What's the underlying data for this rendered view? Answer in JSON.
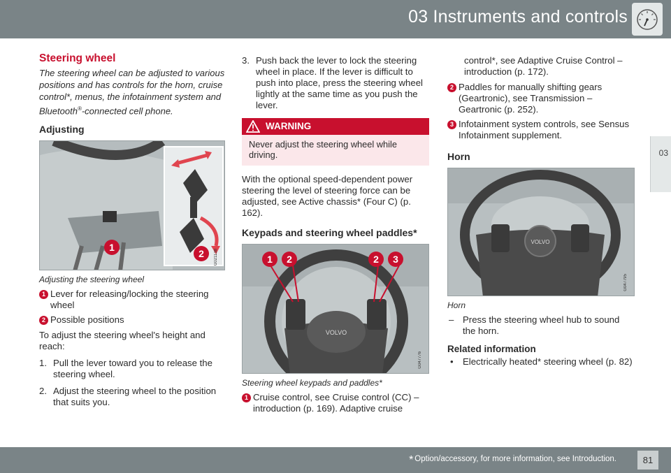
{
  "header": {
    "title": "03 Instruments and controls",
    "icon": "speedometer-icon"
  },
  "side_tab": {
    "label": "03"
  },
  "footer": {
    "star": "*",
    "note": "Option/accessory, for more information, see Introduction.",
    "page": "81"
  },
  "steering": {
    "title": "Steering wheel",
    "intro": "The steering wheel can be adjusted to various positions and has controls for the horn, cruise control*, menus, the infotainment system and Bluetooth",
    "intro_reg": "®",
    "intro_end": "-connected cell phone."
  },
  "adjusting": {
    "title": "Adjusting",
    "figure_code": "G021138",
    "badges": [
      "1",
      "2"
    ],
    "caption": "Adjusting the steering wheel",
    "callouts": [
      {
        "num": "1",
        "text": "Lever for releasing/locking the steering wheel"
      },
      {
        "num": "2",
        "text": "Possible positions"
      }
    ],
    "paragraph": "To adjust the steering wheel's height and reach:",
    "steps": [
      {
        "n": "1.",
        "text": "Pull the lever toward you to release the steering wheel."
      },
      {
        "n": "2.",
        "text": "Adjust the steering wheel to the position that suits you."
      },
      {
        "n": "3.",
        "text": "Push back the lever to lock the steering wheel in place. If the lever is difficult to push into place, press the steering wheel lightly at the same time as you push the lever."
      }
    ]
  },
  "warning": {
    "title": "WARNING",
    "text": "Never adjust the steering wheel while driving."
  },
  "power_steering": {
    "text": "With the optional speed-dependent power steering the level of steering force can be adjusted, see Active chassis* (Four C) (p. 162)."
  },
  "keypads": {
    "title": "Keypads and steering wheel paddles*",
    "figure_code": "G047776",
    "badges": [
      "1",
      "2",
      "2",
      "3"
    ],
    "caption": "Steering wheel keypads and paddles*",
    "callouts": [
      {
        "num": "1",
        "text": "Cruise control, see Cruise control (CC) – introduction (p. 169). Adaptive cruise control*, see Adaptive Cruise Control – introduction (p. 172)."
      },
      {
        "num": "2",
        "text": "Paddles for manually shifting gears (Geartronic), see Transmission – Geartronic (p. 252)."
      },
      {
        "num": "3",
        "text": "Infotainment system controls, see Sensus Infotainment supplement."
      }
    ]
  },
  "horn": {
    "title": "Horn",
    "figure_code": "G047795",
    "caption": "Horn",
    "dash": "–",
    "instruction": "Press the steering wheel hub to sound the horn."
  },
  "related": {
    "title": "Related information",
    "bullet": "•",
    "items": [
      "Electrically heated* steering wheel (p. 82)"
    ]
  },
  "colors": {
    "accent": "#c8102e",
    "header": "#7a8487",
    "tab": "#e4e8e8",
    "warning_bg": "#fbe7ea"
  }
}
